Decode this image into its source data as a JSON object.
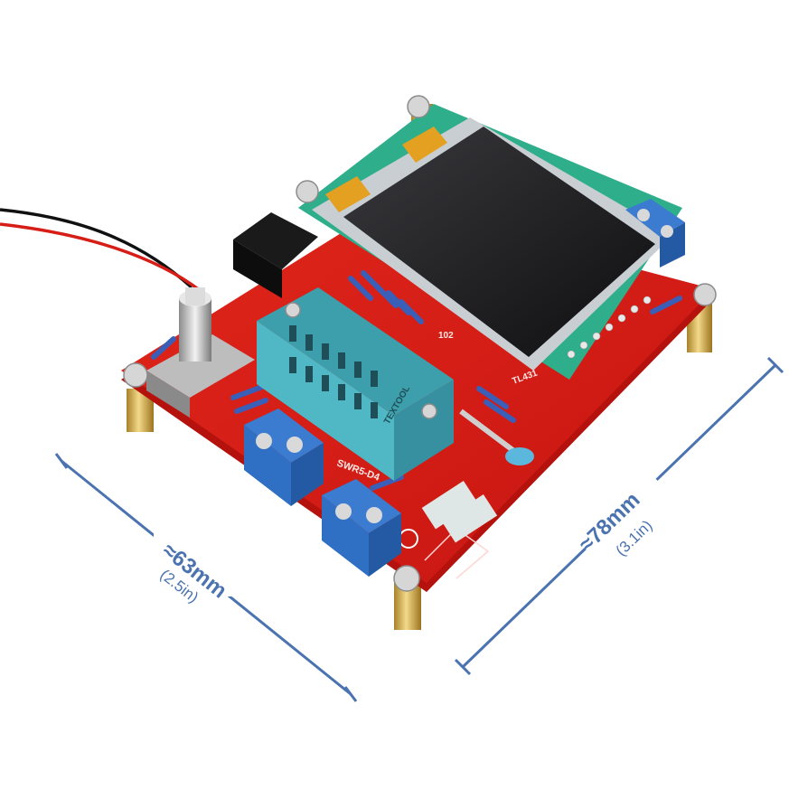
{
  "dimensions": {
    "width": {
      "value": "≈63mm",
      "imperial": "(2.5in)"
    },
    "depth": {
      "value": "≈78mm",
      "imperial": "(3.1in)"
    }
  },
  "board_labels": {
    "zif_brand": "TEXTOOL",
    "regulator": "TL431",
    "resistor_label": "102",
    "terminal_label": "SWR5-D4"
  },
  "colors": {
    "pcb": "#d91a14",
    "pcb_edge": "#b5120e",
    "zif_socket": "#4fb8c4",
    "terminal_block": "#2f6fc4",
    "dimension_line": "#4a73b0",
    "screen_frame": "#2fae8c"
  }
}
